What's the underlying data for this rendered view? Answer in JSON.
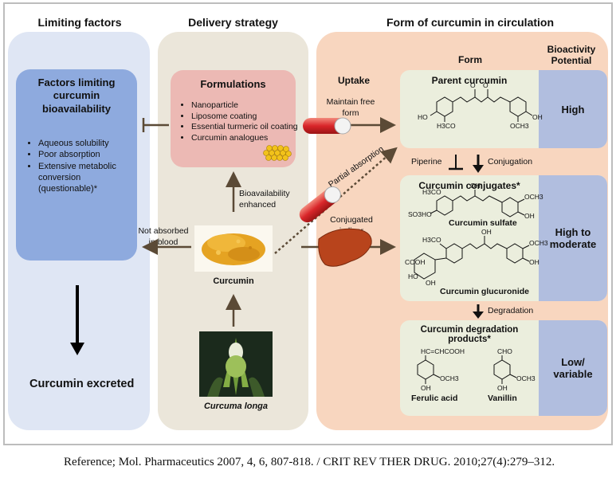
{
  "headers": {
    "limiting": "Limiting factors",
    "delivery": "Delivery strategy",
    "form_circ": "Form of curcumin in circulation"
  },
  "limiting": {
    "box_title": "Factors limiting curcumin bioavailability",
    "items": [
      "Aqueous solubility",
      "Poor absorption",
      "Extensive metabolic conversion (questionable)*"
    ],
    "excreted": "Curcumin excreted"
  },
  "delivery": {
    "formulations_title": "Formulations",
    "formulations": [
      "Nanoparticle",
      "Liposome coating",
      "Essential turmeric oil coating",
      "Curcumin analogues"
    ],
    "bioavail": "Bioavailability enhanced",
    "not_absorbed": "Not absorbed in blood",
    "curcumin_label": "Curcumin",
    "plant_label": "Curcuma longa"
  },
  "circulation": {
    "uptake": "Uptake",
    "form": "Form",
    "bioactivity": "Bioactivity Potential",
    "maintain_free": "Maintain free form",
    "partial_absorption": "Partial absorption",
    "conjugated_liver": "Conjugated in liver",
    "piperine": "Piperine",
    "conjugation": "Conjugation",
    "degradation": "Degradation",
    "parent_title": "Parent curcumin",
    "conjugates_title": "Curcumin conjugates*",
    "sulfate": "Curcumin sulfate",
    "glucuronide": "Curcumin glucuronide",
    "degradation_title": "Curcumin degradation products*",
    "ferulic": "Ferulic acid",
    "vanillin": "Vanillin",
    "level_high": "High",
    "level_high_mod": "High to moderate",
    "level_low": "Low/ variable"
  },
  "chem": {
    "ho": "HO",
    "oh": "OH",
    "h3co": "H3CO",
    "och3": "OCH3",
    "so3ho": "SO3HO",
    "cooh": "COOH",
    "ferulic_chain": "HC=CHCOOH",
    "cho": "CHO",
    "oxo": "O"
  },
  "reference": "Reference; Mol. Pharmaceutics 2007, 4, 6, 807-818. / CRIT REV THER DRUG. 2010;27(4):279–312.",
  "colors": {
    "limiting_panel": "#dfe6f4",
    "limiting_box": "#8eaade",
    "delivery_panel": "#ebe6da",
    "formulations_box": "#ecb9b4",
    "circulation_panel": "#f8d6bf",
    "form_box": "#ebeedd",
    "bioactivity_column": "#b1bedf",
    "arrow": "#5b4a36"
  }
}
